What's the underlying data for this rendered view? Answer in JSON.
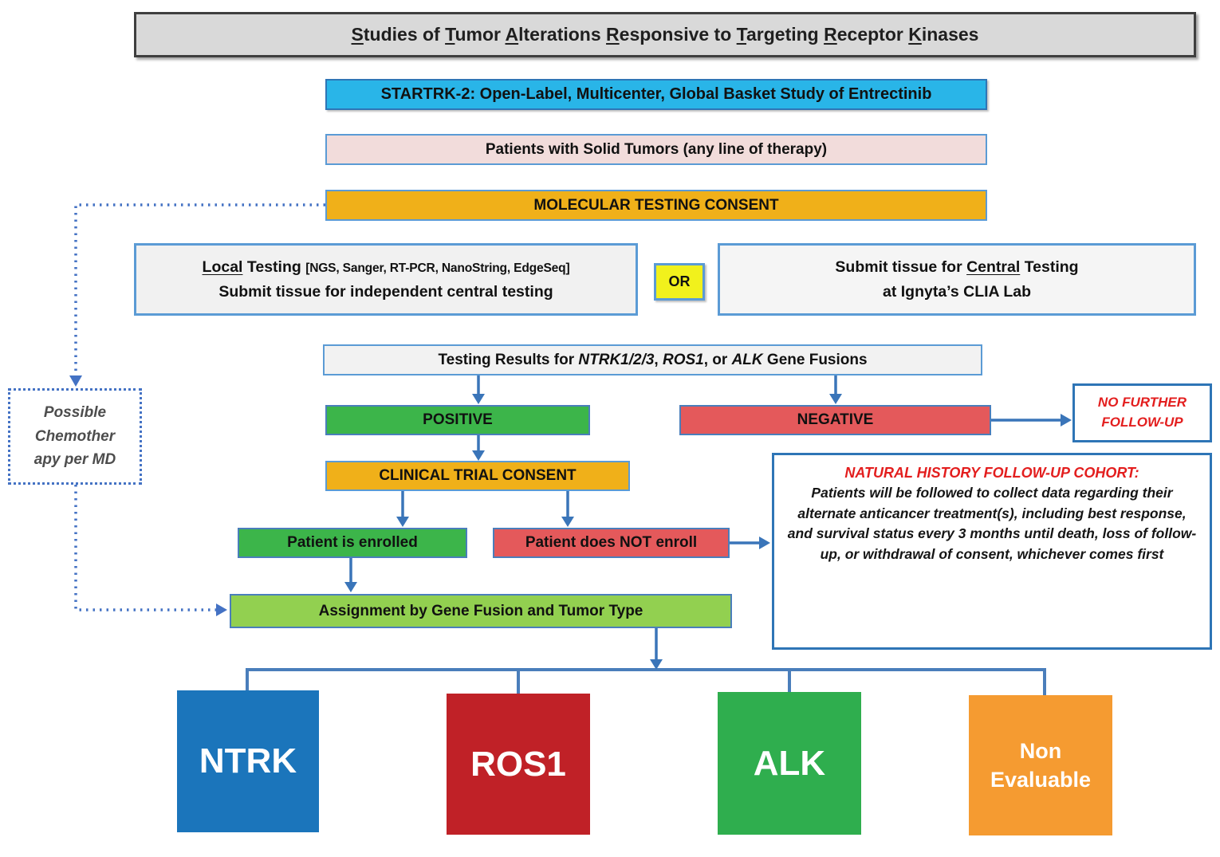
{
  "colors": {
    "title_bar_bg": "#D9D9D9",
    "startrk_bg": "#29B5E8",
    "patients_bg": "#F2DCDB",
    "consent_gold": "#F0B019",
    "or_yellow": "#F1F11C",
    "positive_green": "#3CB54A",
    "negative_red": "#E4595B",
    "assignment_green": "#92D050",
    "alert_red_text": "#E31E1E",
    "connector_blue": "#3A75B9",
    "dotted_blue": "#4472C4",
    "box_border_blue": "#5B9BD5"
  },
  "title": {
    "segments": [
      {
        "t": "S",
        "u": true
      },
      {
        "t": "tudies of "
      },
      {
        "t": "T",
        "u": true
      },
      {
        "t": "umor "
      },
      {
        "t": "A",
        "u": true
      },
      {
        "t": "lterations "
      },
      {
        "t": "R",
        "u": true
      },
      {
        "t": "esponsive to "
      },
      {
        "t": "T",
        "u": true
      },
      {
        "t": "argeting "
      },
      {
        "t": "R",
        "u": true
      },
      {
        "t": "eceptor "
      },
      {
        "t": "K",
        "u": true
      },
      {
        "t": "inases"
      }
    ]
  },
  "startrk_bar": {
    "label": "STARTRK-2: Open-Label, Multicenter, Global Basket Study of Entrectinib"
  },
  "patients_bar": {
    "label": "Patients with Solid Tumors (any line of therapy)"
  },
  "molecular_consent": {
    "label": "MOLECULAR TESTING CONSENT"
  },
  "local_testing": {
    "line1_segments": [
      {
        "t": "Local",
        "u": true
      },
      {
        "t": " Testing "
      },
      {
        "t": "[NGS, Sanger, RT-PCR, NanoString, EdgeSeq]",
        "sm": true
      }
    ],
    "line2": "Submit tissue for independent central testing"
  },
  "or_box": {
    "label": "OR"
  },
  "central_testing": {
    "line1_segments": [
      {
        "t": "Submit tissue for "
      },
      {
        "t": "Central",
        "u": true
      },
      {
        "t": " Testing"
      }
    ],
    "line2": "at Ignyta’s CLIA Lab"
  },
  "testing_results": {
    "segments": [
      {
        "t": "Testing Results for "
      },
      {
        "t": "NTRK1/2/3",
        "i": true
      },
      {
        "t": ", "
      },
      {
        "t": "ROS1",
        "i": true
      },
      {
        "t": ", or "
      },
      {
        "t": "ALK",
        "i": true
      },
      {
        "t": " Gene Fusions"
      }
    ]
  },
  "positive": {
    "label": "POSITIVE"
  },
  "negative": {
    "label": "NEGATIVE"
  },
  "no_followup": {
    "segments": [
      {
        "t": "NO FURTHER"
      },
      {
        "br": true
      },
      {
        "t": "FOLLOW-UP"
      }
    ]
  },
  "clinical_consent": {
    "label": "CLINICAL TRIAL CONSENT"
  },
  "enrolled": {
    "label": "Patient is enrolled"
  },
  "not_enrolled": {
    "label": "Patient does NOT enroll"
  },
  "natural_history": {
    "title": "NATURAL HISTORY FOLLOW-UP COHORT:",
    "body": "Patients will be followed to collect data regarding their alternate anticancer treatment(s), including best response, and survival status every 3 months until death, loss of follow-up, or withdrawal of consent, whichever comes first"
  },
  "assignment": {
    "label": "Assignment by Gene Fusion and Tumor Type"
  },
  "chemo_box": {
    "segments": [
      {
        "t": "Possible"
      },
      {
        "br": true
      },
      {
        "t": "Chemother"
      },
      {
        "br": true
      },
      {
        "t": "apy per MD"
      }
    ]
  },
  "cohorts": [
    {
      "label": "NTRK",
      "color": "#1B75BB"
    },
    {
      "label": "ROS1",
      "color": "#C02127"
    },
    {
      "label": "ALK",
      "color": "#2FAE4E"
    },
    {
      "label": "Non Evaluable",
      "color": "#F59B31"
    }
  ]
}
